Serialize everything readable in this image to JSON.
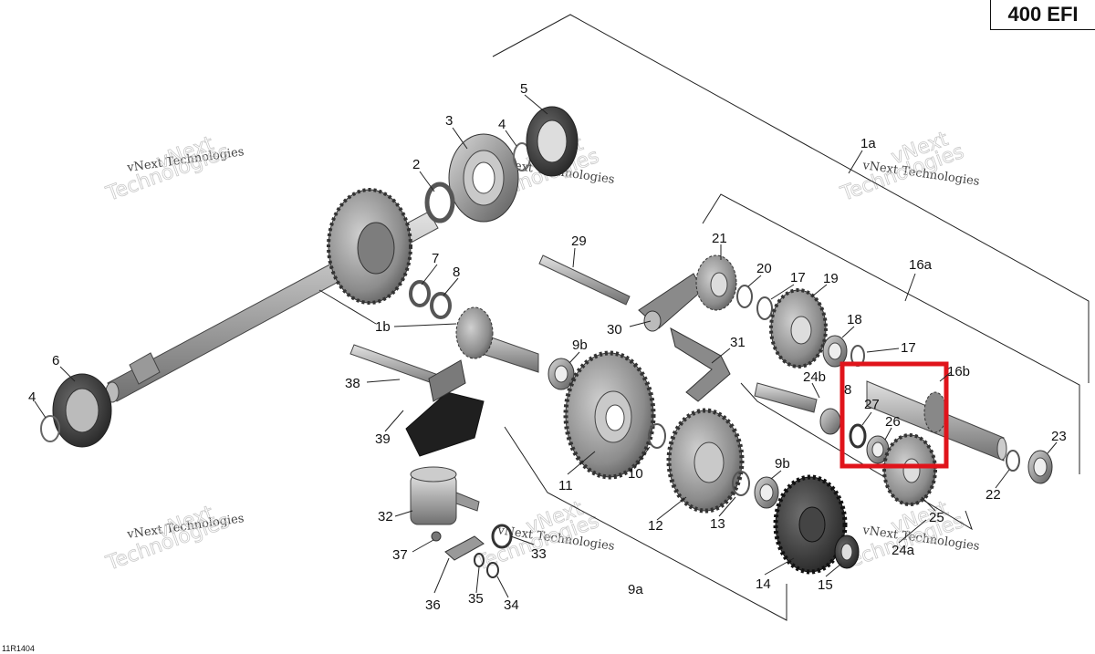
{
  "model_label": "400 EFI",
  "figure_code": "11R1404",
  "watermark": {
    "line1": "vNext Technologies",
    "line2": "vNext",
    "line3": "Technologies"
  },
  "colors": {
    "highlight": "#e0141b",
    "part_dark": "#4a4a4a",
    "part_mid": "#8a8a8a",
    "part_light": "#c4c4c4"
  },
  "callouts": [
    {
      "id": "1a",
      "label": "1a"
    },
    {
      "id": "1b",
      "label": "1b"
    },
    {
      "id": "2",
      "label": "2"
    },
    {
      "id": "3",
      "label": "3"
    },
    {
      "id": "4-top",
      "label": "4"
    },
    {
      "id": "4-left",
      "label": "4"
    },
    {
      "id": "5",
      "label": "5"
    },
    {
      "id": "6",
      "label": "6"
    },
    {
      "id": "7",
      "label": "7"
    },
    {
      "id": "8-left",
      "label": "8"
    },
    {
      "id": "8-right",
      "label": "8"
    },
    {
      "id": "9a",
      "label": "9a"
    },
    {
      "id": "9b-top",
      "label": "9b"
    },
    {
      "id": "9b-bottom",
      "label": "9b"
    },
    {
      "id": "10",
      "label": "10"
    },
    {
      "id": "11",
      "label": "11"
    },
    {
      "id": "12",
      "label": "12"
    },
    {
      "id": "13",
      "label": "13"
    },
    {
      "id": "14",
      "label": "14"
    },
    {
      "id": "15",
      "label": "15"
    },
    {
      "id": "16a",
      "label": "16a"
    },
    {
      "id": "16b",
      "label": "16b"
    },
    {
      "id": "17-top",
      "label": "17"
    },
    {
      "id": "17-right",
      "label": "17"
    },
    {
      "id": "18",
      "label": "18"
    },
    {
      "id": "19",
      "label": "19"
    },
    {
      "id": "20",
      "label": "20"
    },
    {
      "id": "21",
      "label": "21"
    },
    {
      "id": "22",
      "label": "22"
    },
    {
      "id": "23",
      "label": "23"
    },
    {
      "id": "24a",
      "label": "24a"
    },
    {
      "id": "24b",
      "label": "24b"
    },
    {
      "id": "25",
      "label": "25"
    },
    {
      "id": "26",
      "label": "26"
    },
    {
      "id": "27",
      "label": "27"
    },
    {
      "id": "29",
      "label": "29"
    },
    {
      "id": "30",
      "label": "30"
    },
    {
      "id": "31",
      "label": "31"
    },
    {
      "id": "32",
      "label": "32"
    },
    {
      "id": "33",
      "label": "33"
    },
    {
      "id": "34",
      "label": "34"
    },
    {
      "id": "35",
      "label": "35"
    },
    {
      "id": "36",
      "label": "36"
    },
    {
      "id": "37",
      "label": "37"
    },
    {
      "id": "38",
      "label": "38"
    },
    {
      "id": "39",
      "label": "39"
    }
  ]
}
